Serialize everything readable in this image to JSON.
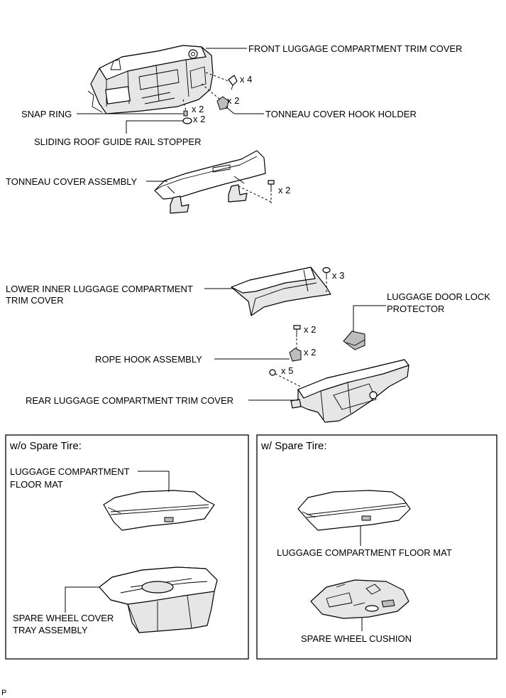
{
  "labels": {
    "front_trim_cover": "FRONT LUGGAGE COMPARTMENT TRIM COVER",
    "snap_ring": "SNAP RING",
    "tonneau_hook_holder": "TONNEAU COVER HOOK HOLDER",
    "sliding_roof_stopper": "SLIDING ROOF GUIDE RAIL STOPPER",
    "tonneau_cover_assembly": "TONNEAU COVER ASSEMBLY",
    "lower_inner_trim_line1": "LOWER INNER LUGGAGE COMPARTMENT",
    "lower_inner_trim_line2": "TRIM COVER",
    "luggage_door_lock_line1": "LUGGAGE DOOR LOCK",
    "luggage_door_lock_line2": "PROTECTOR",
    "rope_hook_assembly": "ROPE HOOK ASSEMBLY",
    "rear_trim_cover": "REAR LUGGAGE COMPARTMENT TRIM COVER"
  },
  "quantities": {
    "front_clips": "x 4",
    "hook_holder": "x 2",
    "snap_ring": "x 2",
    "stopper": "x 2",
    "tonneau_bolts": "x 2",
    "lower_inner_clips": "x 3",
    "rope_hook_bolts": "x 2",
    "rope_hook": "x 2",
    "rear_clips": "x 5"
  },
  "panels": {
    "without_spare": {
      "title": "w/o Spare Tire:",
      "floor_mat_line1": "LUGGAGE COMPARTMENT",
      "floor_mat_line2": "FLOOR MAT",
      "tray_line1": "SPARE WHEEL COVER",
      "tray_line2": "TRAY ASSEMBLY"
    },
    "with_spare": {
      "title": "w/ Spare Tire:",
      "floor_mat": "LUGGAGE COMPARTMENT FLOOR MAT",
      "cushion": "SPARE WHEEL CUSHION"
    }
  },
  "footer": {
    "code": "P"
  }
}
